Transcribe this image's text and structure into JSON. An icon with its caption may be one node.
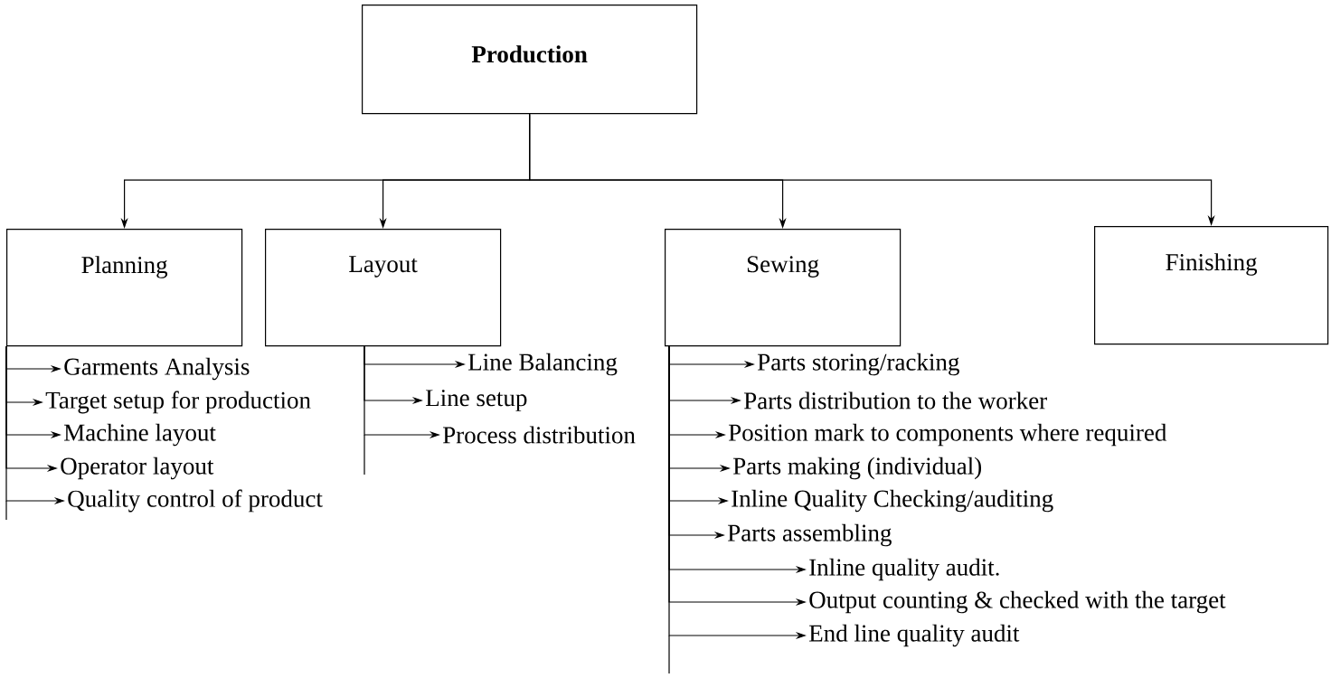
{
  "diagram": {
    "nodes": [
      {
        "text": [
          "Production"
        ]
      },
      {
        "text": [
          "Planning"
        ]
      },
      {
        "text": [
          "Layout"
        ]
      },
      {
        "text": [
          "Sewing"
        ]
      },
      {
        "text": [
          "Finishing"
        ]
      },
      {
        "text": [
          "Garments Analysis"
        ]
      },
      {
        "text": [
          "Target setup for production"
        ]
      },
      {
        "text": [
          "Machine layout"
        ]
      },
      {
        "text": [
          "Operator layout"
        ]
      },
      {
        "text": [
          "Quality control of product"
        ]
      },
      {
        "text": [
          "Line Balancing"
        ]
      },
      {
        "text": [
          "Line setup"
        ]
      },
      {
        "text": [
          "Process distribution"
        ]
      },
      {
        "text": [
          "Parts storing/racking"
        ]
      },
      {
        "text": [
          "Parts distribution to the worker"
        ]
      },
      {
        "text": [
          "Position mark to components where required"
        ]
      },
      {
        "text": [
          "Parts making (individual)"
        ]
      },
      {
        "text": [
          "Inline Quality Checking/auditing"
        ]
      },
      {
        "text": [
          "Parts assembling"
        ]
      },
      {
        "text": [
          "Inline quality audit."
        ]
      },
      {
        "text": [
          "Output counting & checked with the target"
        ]
      },
      {
        "text": [
          "End line quality audit"
        ]
      }
    ],
    "edges": [
      {
        "from": 0,
        "to": 1,
        "arrow": "to"
      },
      {
        "from": 0,
        "to": 2,
        "arrow": "to"
      },
      {
        "from": 0,
        "to": 3,
        "arrow": "to"
      },
      {
        "from": 0,
        "to": 4,
        "arrow": "to"
      },
      {
        "from": 1,
        "to": 5,
        "arrow": "to"
      },
      {
        "from": 1,
        "to": 6,
        "arrow": "to"
      },
      {
        "from": 1,
        "to": 7,
        "arrow": "to"
      },
      {
        "from": 1,
        "to": 8,
        "arrow": "to"
      },
      {
        "from": 1,
        "to": 9,
        "arrow": "to"
      },
      {
        "from": 2,
        "to": 10,
        "arrow": "to"
      },
      {
        "from": 2,
        "to": 11,
        "arrow": "to"
      },
      {
        "from": 2,
        "to": 12,
        "arrow": "to"
      },
      {
        "from": 3,
        "to": 13,
        "arrow": "to"
      },
      {
        "from": 3,
        "to": 14,
        "arrow": "to"
      },
      {
        "from": 3,
        "to": 15,
        "arrow": "to"
      },
      {
        "from": 3,
        "to": 16,
        "arrow": "to"
      },
      {
        "from": 3,
        "to": 17,
        "arrow": "to"
      },
      {
        "from": 3,
        "to": 18,
        "arrow": "to"
      },
      {
        "from": 3,
        "to": 19,
        "arrow": "to"
      },
      {
        "from": 3,
        "to": 20,
        "arrow": "to"
      },
      {
        "from": 3,
        "to": 21,
        "arrow": "to"
      }
    ]
  }
}
